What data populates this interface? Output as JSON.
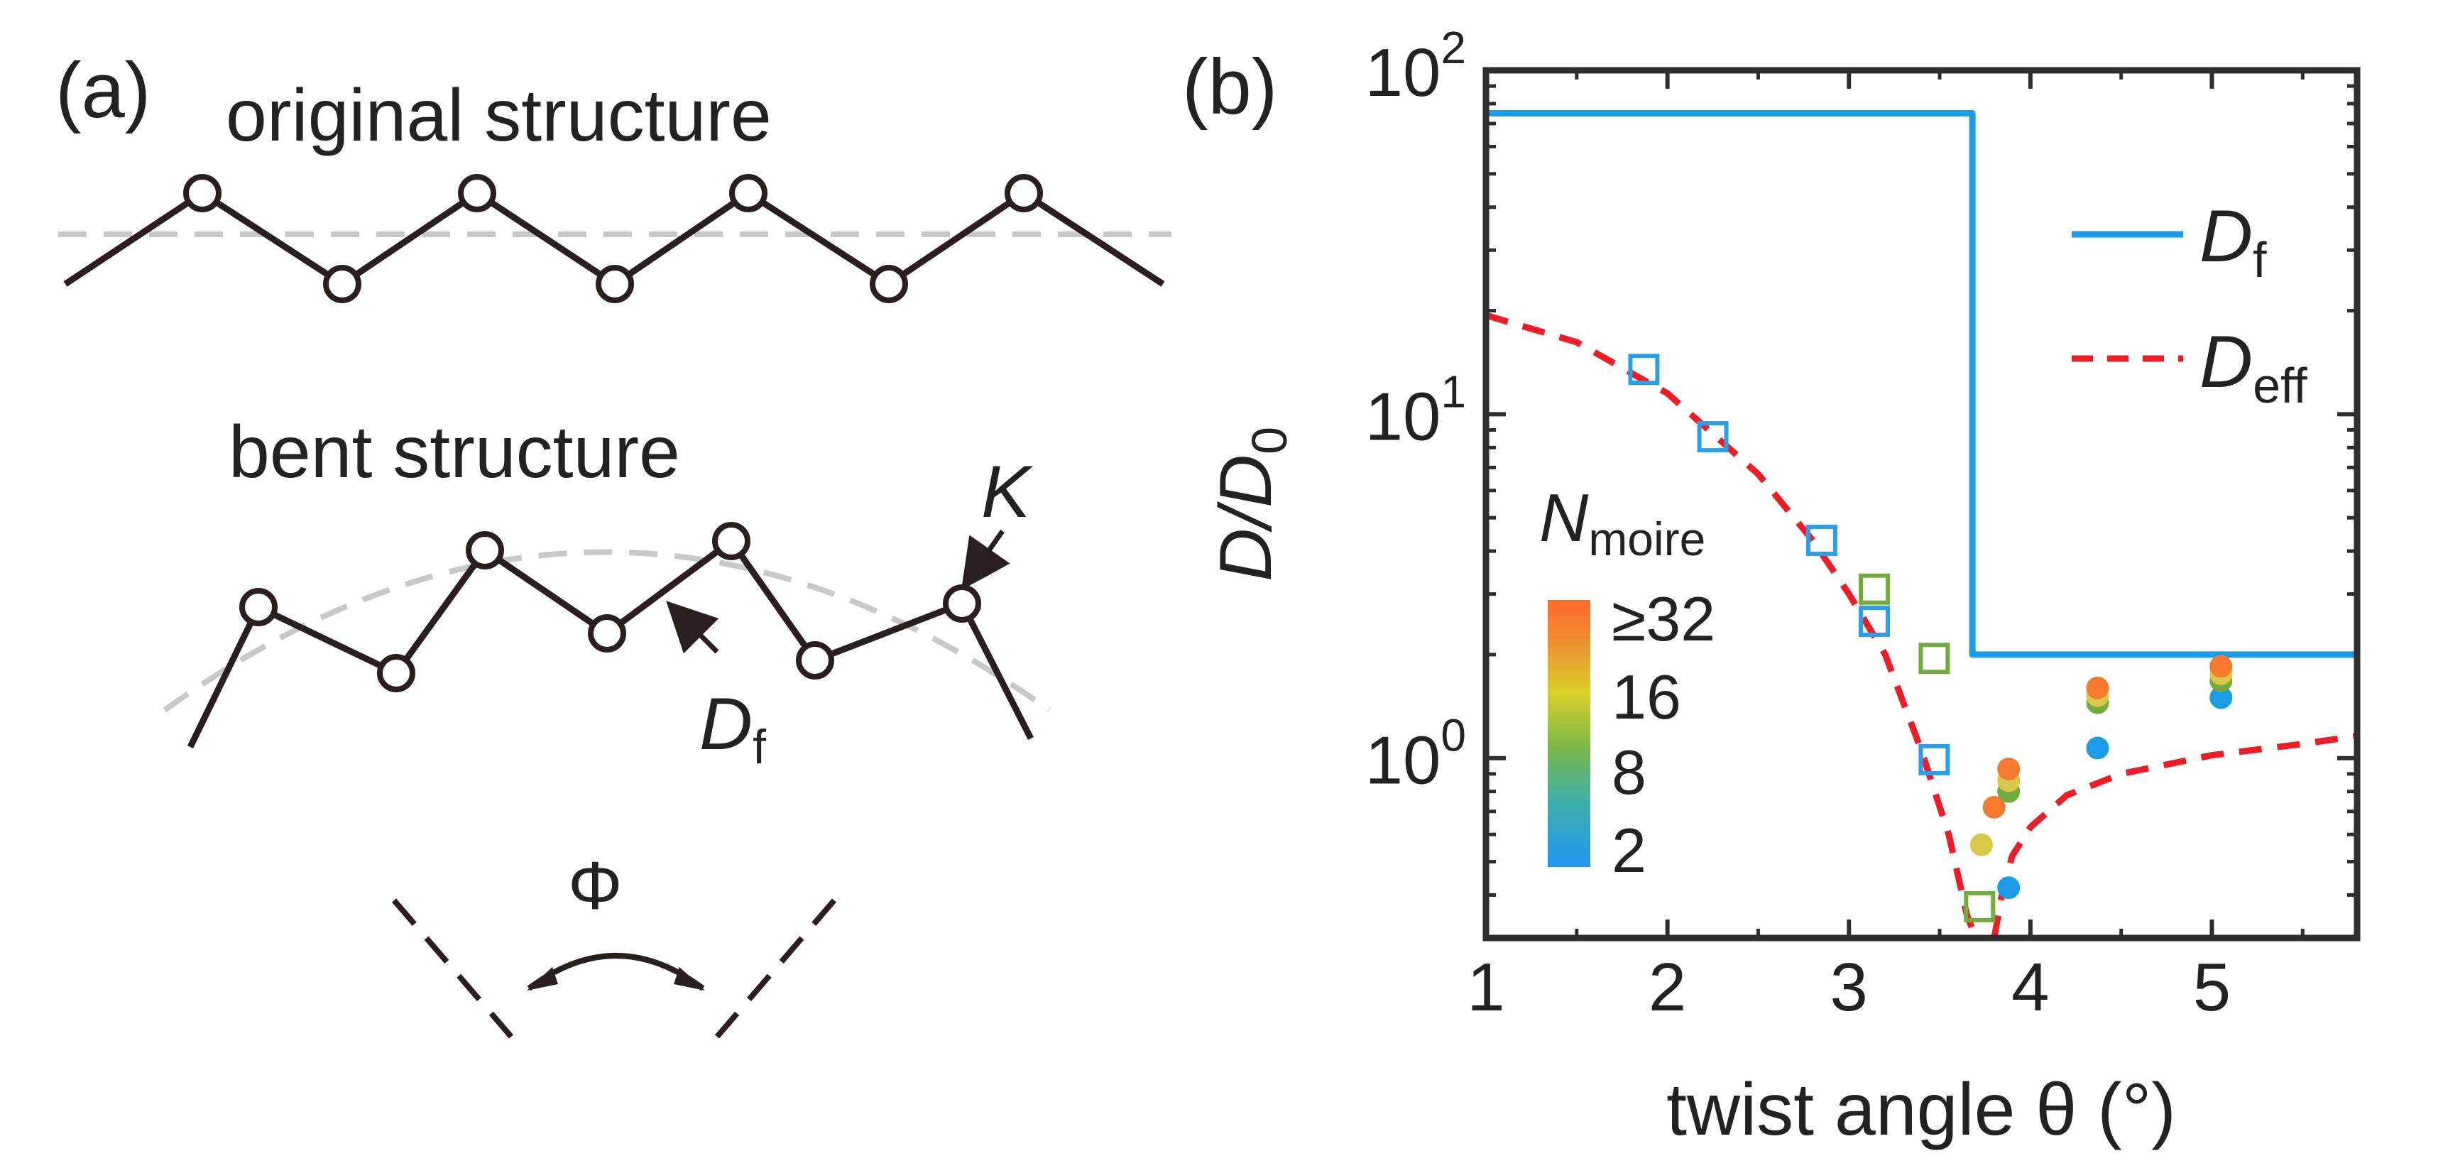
{
  "panel_a": {
    "label": "(a)",
    "original_title": "original structure",
    "bent_title": "bent structure",
    "label_K": "K",
    "label_D": "D",
    "label_D_sub": "f",
    "label_phi": "Φ"
  },
  "chart_data": {
    "type": "scatter",
    "panel_label": "(b)",
    "xlabel": "twist angle θ (°)",
    "ylabel_main": "D/D",
    "ylabel_sub": "0",
    "yscale": "log",
    "xlim": [
      1,
      5.8
    ],
    "ylim": [
      0.3,
      100
    ],
    "xticks": [
      "1",
      "2",
      "3",
      "4",
      "5"
    ],
    "xtick_values": [
      1,
      2,
      3,
      4,
      5
    ],
    "ytick_values": [
      1,
      10,
      100
    ],
    "ytick_labels": [
      {
        "base": "10",
        "exp": "0"
      },
      {
        "base": "10",
        "exp": "1"
      },
      {
        "base": "10",
        "exp": "2"
      }
    ],
    "legend": {
      "placement": "top-right",
      "entries": [
        {
          "name": "D",
          "sub": "f",
          "style": "solid",
          "color": "#1c9be6"
        },
        {
          "name": "D",
          "sub": "eff",
          "style": "dashed",
          "color": "#ee1c25"
        }
      ]
    },
    "colorbar": {
      "title": "N",
      "title_sub": "moire",
      "labels": [
        "≥32",
        "16",
        "8",
        "2"
      ],
      "colors": [
        "#2196f3",
        "#3fb0a8",
        "#7db646",
        "#d8d02a",
        "#f08c30",
        "#ff6a2a"
      ]
    },
    "series": [
      {
        "name": "D_f",
        "kind": "line",
        "style": "solid",
        "color": "#1c9be6",
        "x": [
          1,
          3.68,
          3.68,
          5.8
        ],
        "y": [
          75,
          75,
          2,
          2
        ]
      },
      {
        "name": "D_eff",
        "kind": "line",
        "style": "dashed",
        "color": "#ee1c25",
        "x": [
          1.0,
          1.5,
          2.0,
          2.5,
          2.8,
          3.0,
          3.2,
          3.4,
          3.55,
          3.65,
          3.7,
          null,
          3.8,
          3.85,
          3.9,
          4.0,
          4.2,
          4.5,
          5.0,
          5.5,
          5.8
        ],
        "y": [
          19.4,
          16.2,
          11.5,
          6.7,
          4.3,
          3.0,
          2.0,
          1.05,
          0.6,
          0.35,
          0.28,
          null,
          0.3,
          0.42,
          0.52,
          0.63,
          0.78,
          0.9,
          1.02,
          1.1,
          1.16
        ]
      },
      {
        "name": "squares",
        "kind": "open-square",
        "points": [
          {
            "x": 1.87,
            "y": 13.5,
            "color": "#2a9ee8"
          },
          {
            "x": 2.25,
            "y": 8.6,
            "color": "#2a9ee8"
          },
          {
            "x": 2.85,
            "y": 4.3,
            "color": "#2a9ee8"
          },
          {
            "x": 3.14,
            "y": 2.5,
            "color": "#2a9ee8"
          },
          {
            "x": 3.14,
            "y": 3.1,
            "color": "#72ac3e"
          },
          {
            "x": 3.47,
            "y": 1.95,
            "color": "#72ac3e"
          },
          {
            "x": 3.47,
            "y": 0.99,
            "color": "#2a9ee8"
          },
          {
            "x": 3.72,
            "y": 0.37,
            "color": "#72ac3e"
          }
        ]
      },
      {
        "name": "dots",
        "kind": "filled-circle",
        "points": [
          {
            "x": 3.73,
            "y": 0.56,
            "color": "#d9c84a"
          },
          {
            "x": 3.8,
            "y": 0.72,
            "color": "#f47a2e"
          },
          {
            "x": 3.88,
            "y": 0.42,
            "color": "#1c9be6"
          },
          {
            "x": 3.88,
            "y": 0.8,
            "color": "#72ac3e"
          },
          {
            "x": 3.88,
            "y": 0.86,
            "color": "#d9c84a"
          },
          {
            "x": 3.88,
            "y": 0.93,
            "color": "#f47a2e"
          },
          {
            "x": 4.37,
            "y": 1.07,
            "color": "#1c9be6"
          },
          {
            "x": 4.37,
            "y": 1.45,
            "color": "#72ac3e"
          },
          {
            "x": 4.37,
            "y": 1.52,
            "color": "#d9c84a"
          },
          {
            "x": 4.37,
            "y": 1.6,
            "color": "#f47a2e"
          },
          {
            "x": 5.05,
            "y": 1.5,
            "color": "#1c9be6"
          },
          {
            "x": 5.05,
            "y": 1.68,
            "color": "#72ac3e"
          },
          {
            "x": 5.05,
            "y": 1.76,
            "color": "#d9c84a"
          },
          {
            "x": 5.05,
            "y": 1.85,
            "color": "#f47a2e"
          }
        ]
      }
    ]
  }
}
